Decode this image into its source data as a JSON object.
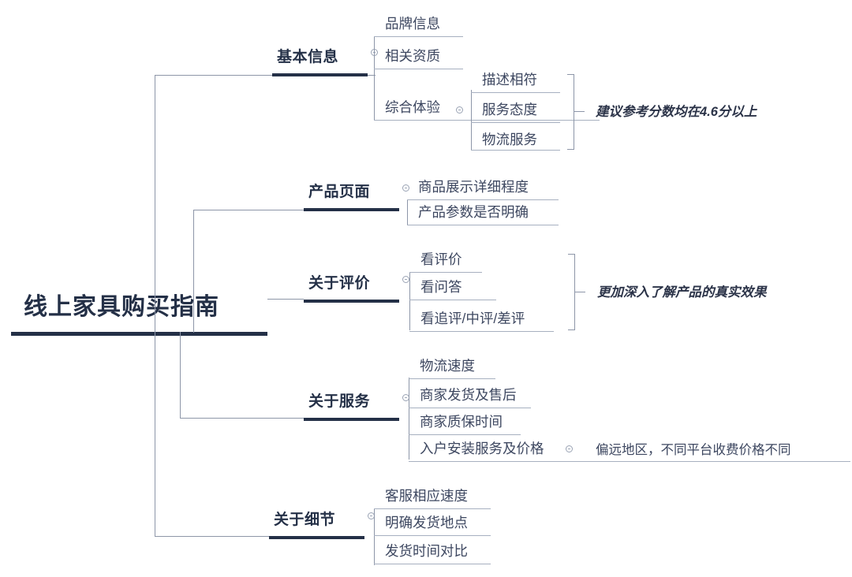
{
  "diagram": {
    "type": "mind-map",
    "root": {
      "label": "线上家具购买指南"
    },
    "branches": [
      {
        "id": "basic-info",
        "label": "基本信息",
        "children": [
          {
            "label": "品牌信息"
          },
          {
            "label": "相关资质"
          },
          {
            "label": "综合体验",
            "children": [
              {
                "label": "描述相符"
              },
              {
                "label": "服务态度"
              },
              {
                "label": "物流服务"
              }
            ],
            "note": "建议参考分数均在4.6分以上",
            "note_style": "italic"
          }
        ]
      },
      {
        "id": "product-page",
        "label": "产品页面",
        "children": [
          {
            "label": "商品展示详细程度"
          },
          {
            "label": "产品参数是否明确"
          }
        ]
      },
      {
        "id": "about-reviews",
        "label": "关于评价",
        "children": [
          {
            "label": "看评价"
          },
          {
            "label": "看问答"
          },
          {
            "label": "看追评/中评/差评"
          }
        ],
        "note": "更加深入了解产品的真实效果",
        "note_style": "italic"
      },
      {
        "id": "about-service",
        "label": "关于服务",
        "children": [
          {
            "label": "物流速度"
          },
          {
            "label": "商家发货及售后"
          },
          {
            "label": "商家质保时间"
          },
          {
            "label": "入户安装服务及价格",
            "note": "偏远地区，不同平台收费价格不同",
            "note_style": "plain"
          }
        ]
      },
      {
        "id": "about-details",
        "label": "关于细节",
        "children": [
          {
            "label": "客服相应速度"
          },
          {
            "label": "明确发货地点"
          },
          {
            "label": "发货时间对比"
          }
        ]
      }
    ],
    "colors": {
      "ink_dark": "#243047",
      "ink_mid": "#3d4760",
      "line_light": "#8d96a8",
      "underline_leaf": "#a7b0c0",
      "background": "#ffffff"
    },
    "icons": {
      "collapse_toggle": "collapse-toggle-icon"
    }
  }
}
